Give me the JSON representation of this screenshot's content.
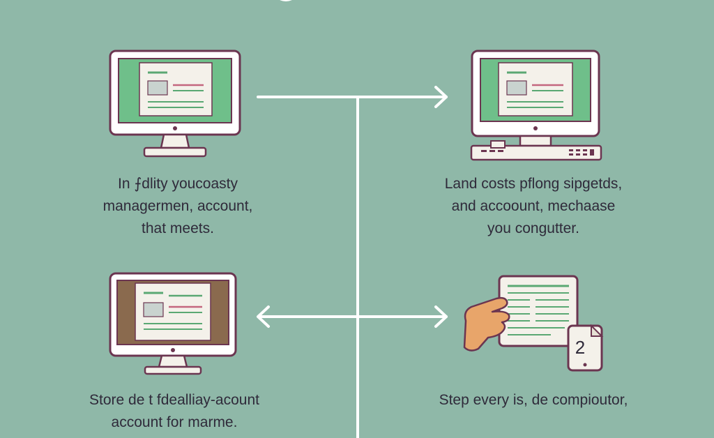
{
  "palette": {
    "background": "#8fb8a8",
    "connector": "#ffffff",
    "outline": "#6b3550",
    "screen_green": "#6fbf8a",
    "screen_brown": "#8a6a4e",
    "panel": "#f4f1ea",
    "accent_line": "#5aa873",
    "accent_line_pink": "#c4667e",
    "image_block": "#c9d3cf",
    "hand": "#e8a56a",
    "text": "#2f2a3a"
  },
  "steps": [
    {
      "icon": "monitor-icon",
      "caption": [
        "In ⨍dlity youcoasty",
        "managermen, account,",
        "that meets."
      ]
    },
    {
      "icon": "computer-keyboard-icon",
      "caption": [
        "Land costs pflong sipgetds,",
        "and accoount, mechaase",
        "you congutter."
      ]
    },
    {
      "icon": "monitor-icon",
      "caption": [
        "Store de t fdealliay-acount",
        "account for marme."
      ]
    },
    {
      "icon": "hand-document-icon",
      "badge": "2",
      "caption": [
        "Step every is, de compioutor,"
      ]
    }
  ]
}
